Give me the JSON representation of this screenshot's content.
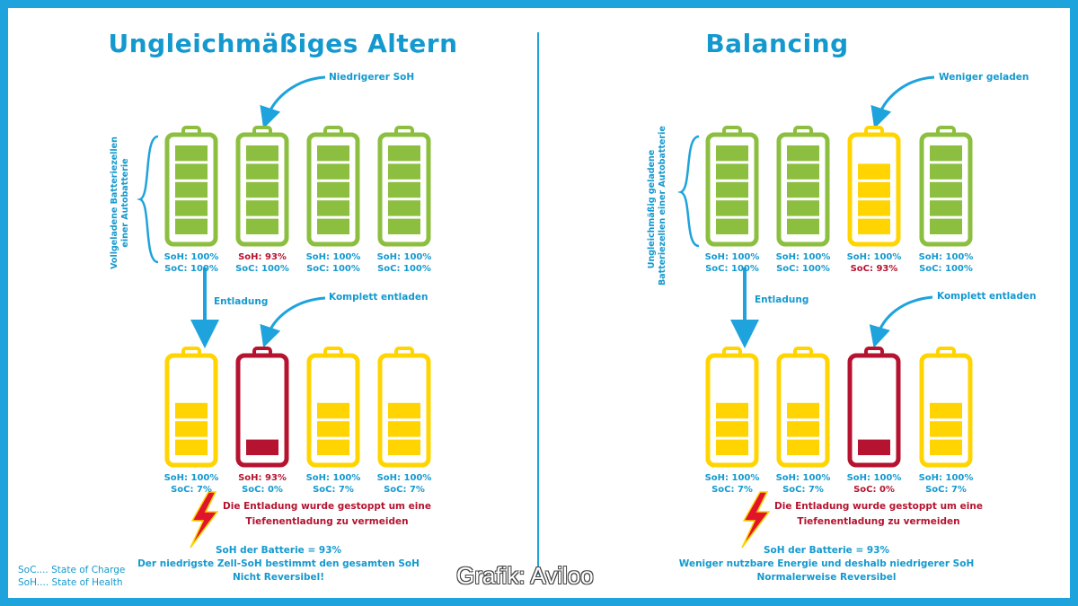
{
  "left": {
    "title": "Ungleichmäßiges Altern",
    "side_label": [
      "Vollgeladene Batteriezellen",
      "einer Autobatterie"
    ],
    "top_callout": "Niedrigerer SoH",
    "middle_label": "Entladung",
    "bottom_callout": "Komplett entladen",
    "top_cells": [
      {
        "soh": "SoH: 100%",
        "soc": "SoC: 100%",
        "color": "#8cbf3f",
        "level": 1.0,
        "soh_red": false,
        "soc_red": false
      },
      {
        "soh": "SoH: 93%",
        "soc": "SoC: 100%",
        "color": "#8cbf3f",
        "level": 1.0,
        "soh_red": true,
        "soc_red": false
      },
      {
        "soh": "SoH: 100%",
        "soc": "SoC: 100%",
        "color": "#8cbf3f",
        "level": 1.0,
        "soh_red": false,
        "soc_red": false
      },
      {
        "soh": "SoH: 100%",
        "soc": "SoC: 100%",
        "color": "#8cbf3f",
        "level": 1.0,
        "soh_red": false,
        "soc_red": false
      }
    ],
    "bottom_cells": [
      {
        "soh": "SoH: 100%",
        "soc": "SoC: 7%",
        "color": "#ffd400",
        "level": 0.6,
        "soh_red": false,
        "soc_red": false
      },
      {
        "soh": "SoH: 93%",
        "soc": "SoC: 0%",
        "color": "#b5132f",
        "level": 0.2,
        "soh_red": true,
        "soc_red": false
      },
      {
        "soh": "SoH: 100%",
        "soc": "SoC: 7%",
        "color": "#ffd400",
        "level": 0.6,
        "soh_red": false,
        "soc_red": false
      },
      {
        "soh": "SoH: 100%",
        "soc": "SoC: 7%",
        "color": "#ffd400",
        "level": 0.6,
        "soh_red": false,
        "soc_red": false
      }
    ],
    "warning": [
      "Die Entladung wurde gestoppt um eine",
      "Tiefenentladung zu vermeiden"
    ],
    "summary": [
      "SoH der Batterie = 93%",
      "Der niedrigste Zell-SoH bestimmt den gesamten SoH",
      "Nicht Reversibel!"
    ]
  },
  "right": {
    "title": "Balancing",
    "side_label": [
      "Ungleichmäßig geladene",
      "Batteriezellen einer Autobatterie"
    ],
    "top_callout": "Weniger geladen",
    "middle_label": "Entladung",
    "bottom_callout": "Komplett entladen",
    "top_cells": [
      {
        "soh": "SoH: 100%",
        "soc": "SoC: 100%",
        "color": "#8cbf3f",
        "level": 1.0,
        "soh_red": false,
        "soc_red": false
      },
      {
        "soh": "SoH: 100%",
        "soc": "SoC: 100%",
        "color": "#8cbf3f",
        "level": 1.0,
        "soh_red": false,
        "soc_red": false
      },
      {
        "soh": "SoH: 100%",
        "soc": "SoC: 93%",
        "color": "#ffd400",
        "level": 0.8,
        "soh_red": false,
        "soc_red": true
      },
      {
        "soh": "SoH: 100%",
        "soc": "SoC: 100%",
        "color": "#8cbf3f",
        "level": 1.0,
        "soh_red": false,
        "soc_red": false
      }
    ],
    "bottom_cells": [
      {
        "soh": "SoH: 100%",
        "soc": "SoC: 7%",
        "color": "#ffd400",
        "level": 0.6,
        "soh_red": false,
        "soc_red": false
      },
      {
        "soh": "SoH: 100%",
        "soc": "SoC: 7%",
        "color": "#ffd400",
        "level": 0.6,
        "soh_red": false,
        "soc_red": false
      },
      {
        "soh": "SoH: 100%",
        "soc": "SoC: 0%",
        "color": "#b5132f",
        "level": 0.2,
        "soh_red": false,
        "soc_red": true
      },
      {
        "soh": "SoH: 100%",
        "soc": "SoC: 7%",
        "color": "#ffd400",
        "level": 0.6,
        "soh_red": false,
        "soc_red": false
      }
    ],
    "warning": [
      "Die Entladung wurde gestoppt um eine",
      "Tiefenentladung zu vermeiden"
    ],
    "summary": [
      "SoH der Batterie = 93%",
      "Weniger nutzbare Energie und deshalb niedrigerer SoH",
      "Normalerweise Reversibel"
    ]
  },
  "legend": [
    "SoC.... State of Charge",
    "SoH.... State of Health"
  ],
  "credit": "Grafik: Aviloo",
  "colors": {
    "accent": "#1ea3dc",
    "green": "#8cbf3f",
    "yellow": "#ffd400",
    "red": "#b5132f"
  }
}
